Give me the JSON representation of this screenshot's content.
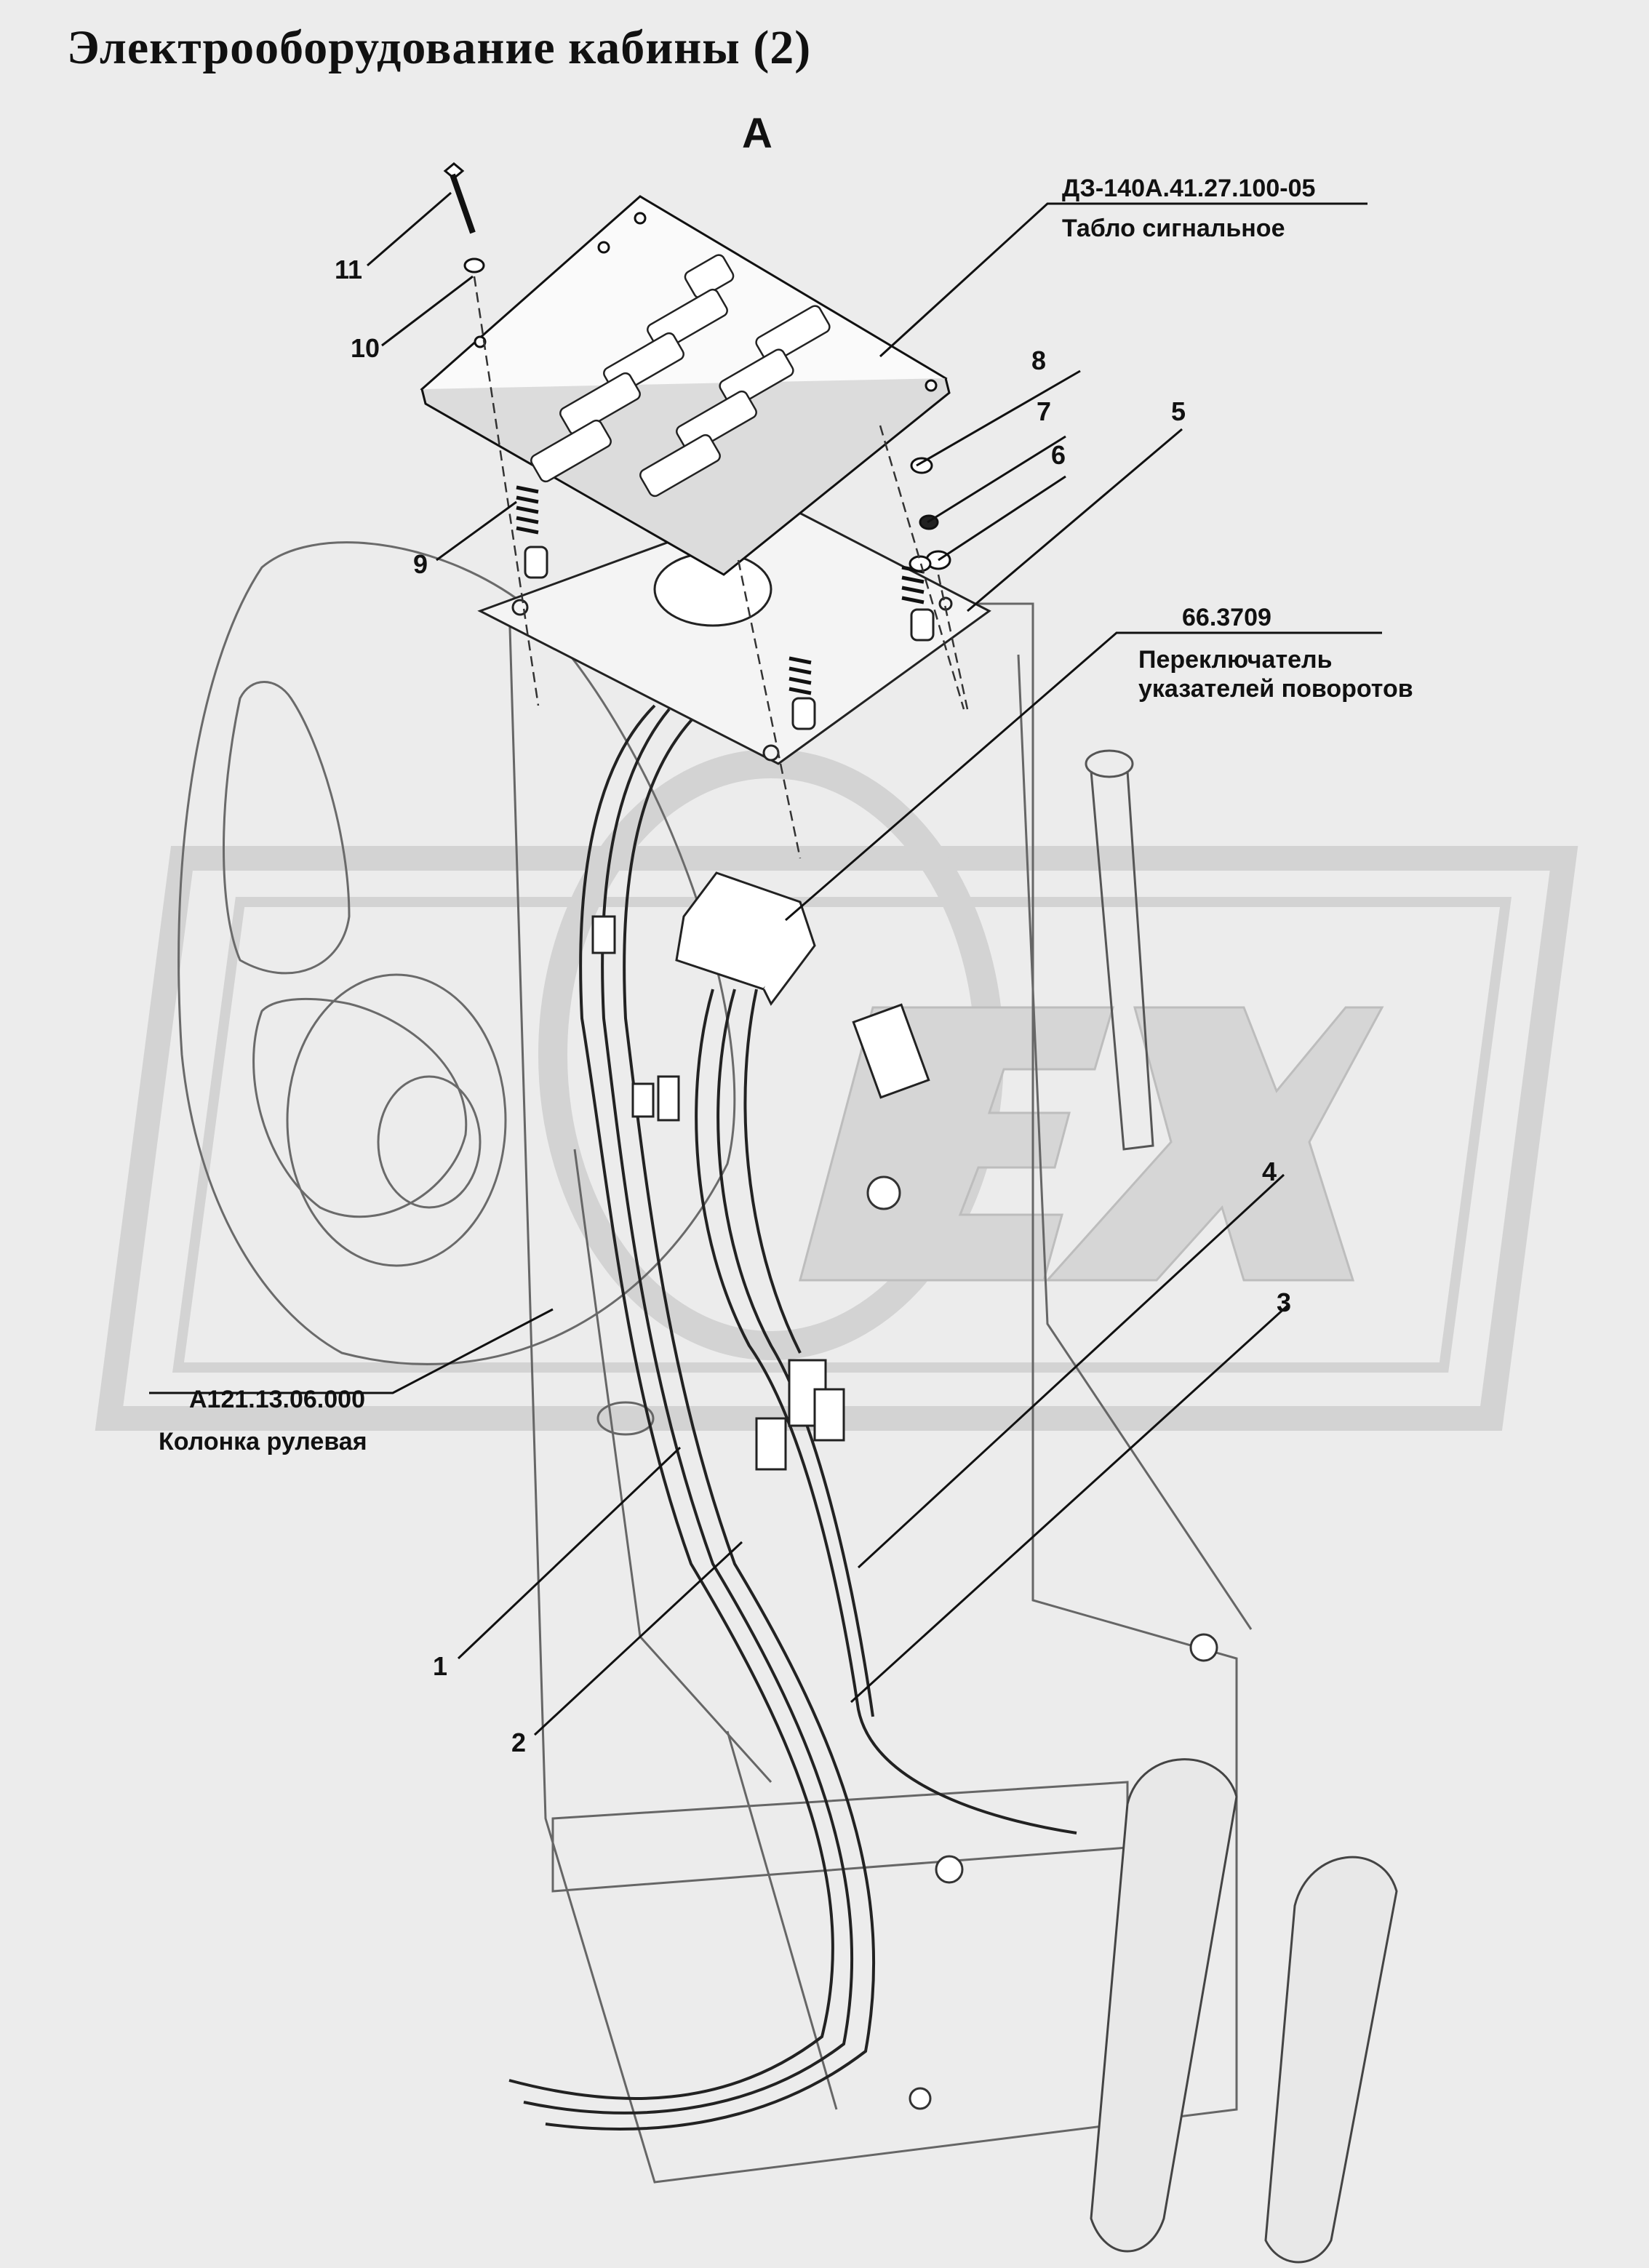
{
  "title": "Электрооборудование кабины (2)",
  "view_label": "А",
  "callouts": {
    "signal_panel": {
      "ref": "ДЗ-140А.41.27.100-05",
      "desc": "Табло сигнальное"
    },
    "turn_switch": {
      "ref": "66.3709",
      "desc_line1": "Переключатель",
      "desc_line2": "указателей поворотов"
    },
    "steering_column": {
      "ref": "А121.13.06.000",
      "desc": "Колонка  рулевая"
    }
  },
  "item_numbers": [
    "11",
    "10",
    "8",
    "7",
    "6",
    "5",
    "9",
    "4",
    "3",
    "1",
    "2"
  ]
}
